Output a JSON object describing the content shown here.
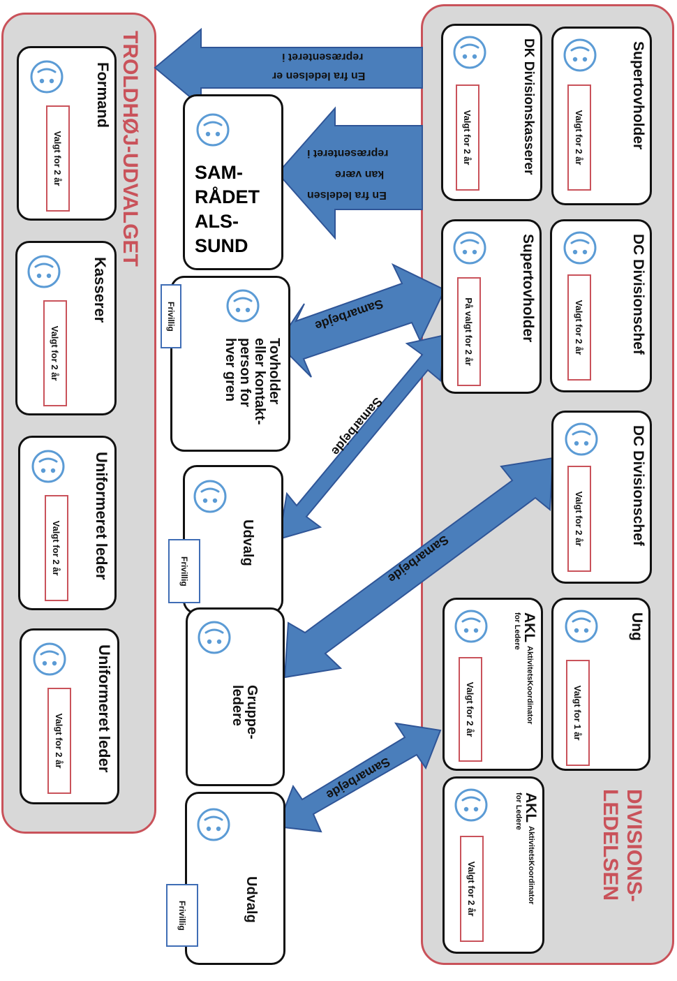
{
  "groups": {
    "left_title": "TROLDHØJ-UDVALGET",
    "right_title_line1": "DIVISIONS-",
    "right_title_line2": "LEDELSEN"
  },
  "cards": {
    "formand": {
      "title": "Formand",
      "badge": "Valgt for 2 år"
    },
    "kasserer": {
      "title": "Kasserer",
      "badge": "Valgt for 2 år"
    },
    "uniform1": {
      "title": "Uniformeret leder",
      "badge": "Valgt for 2 år"
    },
    "uniform2": {
      "title": "Uniformeret leder",
      "badge": "Valgt for 2 år"
    },
    "samraadet": {
      "title": "SAM-\nRÅDET\nALS-\nSUND"
    },
    "tovholder": {
      "title": "Tovholder\neller kontakt-\nperson for\nhver gren",
      "volunteer": "Frivillig"
    },
    "udvalg1": {
      "title": "Udvalg",
      "volunteer": "Frivillig"
    },
    "gruppeledere": {
      "title": "Gruppe-\nledere"
    },
    "udvalg2": {
      "title": "Udvalg",
      "volunteer": "Frivillig"
    },
    "supertovholder1": {
      "title": "Supertovholder",
      "badge": "Valgt for 2 år"
    },
    "dk_kasserer": {
      "title": "DK Divisionskasserer",
      "badge": "Valgt for 2 år"
    },
    "dc_chef1": {
      "title": "DC Divisionschef",
      "badge": "Valgt for 2 år"
    },
    "supertovholder2": {
      "title": "Supertovholder",
      "badge": "På valgt for 2 år"
    },
    "dc_chef2": {
      "title": "DC Divisionschef",
      "badge": "Valgt for 2 år"
    },
    "ung": {
      "title": "Ung",
      "badge": "Valgt for 1 år"
    },
    "akl1": {
      "title": "AKL",
      "sub1": "AktivitetsKoordinator",
      "sub2": "for Ledere",
      "badge": "Valgt for 2 år"
    },
    "akl2": {
      "title": "AKL",
      "sub1": "AktivitetsKoordinator",
      "sub2": "for Ledere",
      "badge": "Valgt for 2 år"
    }
  },
  "arrows": {
    "top_line1": "En fra ledelsen er",
    "top_line2": "repræsenteret i",
    "second_line1": "En fra ledelsen",
    "second_line2": "kan være",
    "second_line3": "repræsenteret i",
    "samarbejde": "Samarbejde"
  },
  "colors": {
    "accent_red": "#c9525a",
    "arrow_blue": "#4a7ebb",
    "group_gray": "#d8d8d8"
  }
}
